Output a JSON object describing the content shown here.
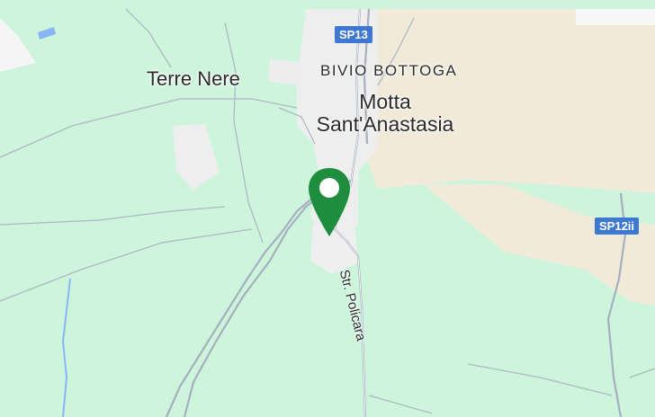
{
  "map": {
    "places": {
      "terre_nere": "Terre Nere",
      "bivio_bottoga": "BIVIO BOTTOGA",
      "town_line1": "Motta",
      "town_line2": "Sant'Anastasia"
    },
    "roads": {
      "sp13": "SP13",
      "sp12ii": "SP12ii",
      "policara": "Str. Policara"
    },
    "marker": {
      "icon": "map-pin-icon",
      "color": "#1e8e3e"
    },
    "colors": {
      "vegetation": "#cdf5dc",
      "urban": "#eeeeee",
      "terrain": "#f1ead9",
      "road": "#aeb7c6",
      "water": "#8ab4f8",
      "shield": "#3e78d0"
    }
  }
}
